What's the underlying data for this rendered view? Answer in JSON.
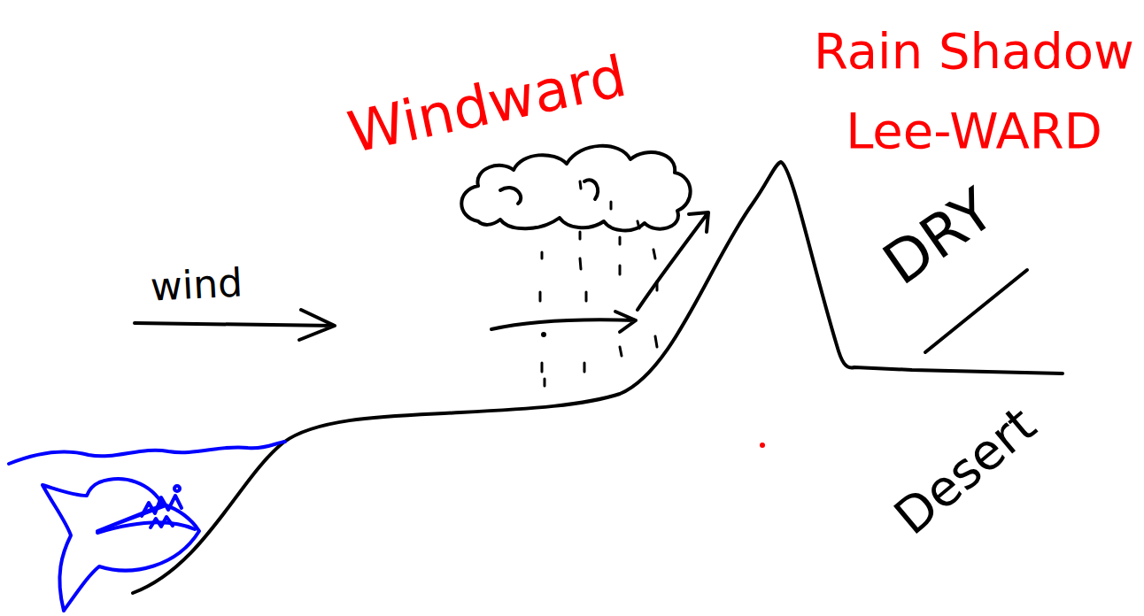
{
  "diagram": {
    "labels": [
      "Windward",
      "Rain Shadow",
      "Lee-WARD",
      "wind",
      "DRY",
      "Desert"
    ]
  }
}
